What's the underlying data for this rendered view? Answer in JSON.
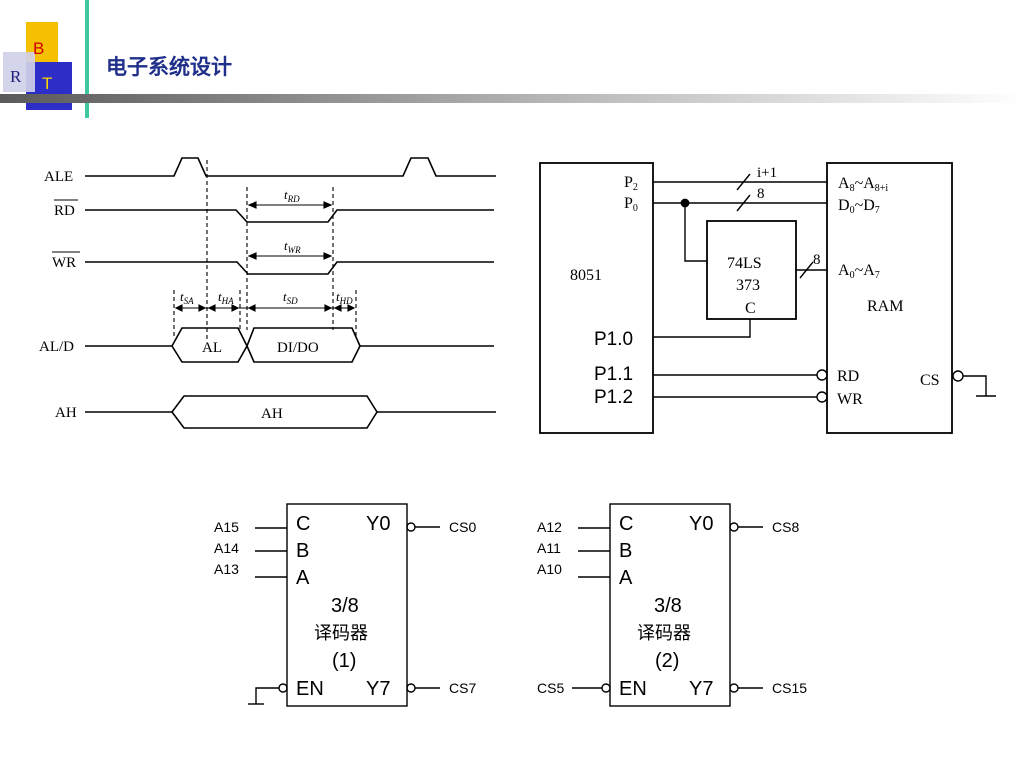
{
  "slide": {
    "title": "电子系统设计",
    "logo": {
      "letters": [
        "B",
        "R",
        "T"
      ],
      "colors": {
        "b": "#f5c000",
        "r": "#d0d0e8",
        "t": "#2d2dc8",
        "b_text": "#d00000",
        "r_text": "#202080",
        "t_text": "#ffd400"
      }
    },
    "accent_color": "#1f2f8a",
    "divider_color": "#3fc7a2"
  },
  "timing": {
    "signals": [
      "ALE",
      "RD",
      "WR",
      "AL/D",
      "AH"
    ],
    "overbar_signals": [
      "RD",
      "WR"
    ],
    "params": {
      "t_rd": "RD",
      "t_wr": "WR",
      "t_sa": "SA",
      "t_ha": "HA",
      "t_sd": "SD",
      "t_hd": "HD"
    },
    "t_prefix": "t",
    "bus_labels": {
      "al": "AL",
      "dido": "DI/DO",
      "ah": "AH"
    }
  },
  "circuit": {
    "mcu": {
      "name": "8051",
      "pins": {
        "p2": "P",
        "p2_sub": "2",
        "p0": "P",
        "p0_sub": "0",
        "p10": "P1.0",
        "p11": "P1.1",
        "p12": "P1.2"
      }
    },
    "latch": {
      "line1": "74LS",
      "line2": "373",
      "c": "C"
    },
    "ram": {
      "name": "RAM",
      "a_hi": "A",
      "a_hi_sub1": "8",
      "tilde": "~",
      "a_hi_sub2": "8+i",
      "d": "D",
      "d_sub1": "0",
      "d_sub2": "7",
      "a_lo": "A",
      "a_lo_sub1": "0",
      "a_lo_sub2": "7",
      "rd": "RD",
      "wr": "WR",
      "cs": "CS"
    },
    "bus_widths": {
      "p2": "i+1",
      "p0": "8",
      "latch_out": "8"
    }
  },
  "decoders": [
    {
      "inputs": [
        "A15",
        "A14",
        "A13"
      ],
      "en_label": "",
      "outputs": [
        "CS0",
        "CS7"
      ],
      "pins": {
        "c": "C",
        "b": "B",
        "a": "A",
        "y0": "Y0",
        "y7": "Y7",
        "en": "EN"
      },
      "type": "3/8",
      "name": "译码器",
      "index": "(1)"
    },
    {
      "inputs": [
        "A12",
        "A11",
        "A10"
      ],
      "en_label": "CS5",
      "outputs": [
        "CS8",
        "CS15"
      ],
      "pins": {
        "c": "C",
        "b": "B",
        "a": "A",
        "y0": "Y0",
        "y7": "Y7",
        "en": "EN"
      },
      "type": "3/8",
      "name": "译码器",
      "index": "(2)"
    }
  ]
}
